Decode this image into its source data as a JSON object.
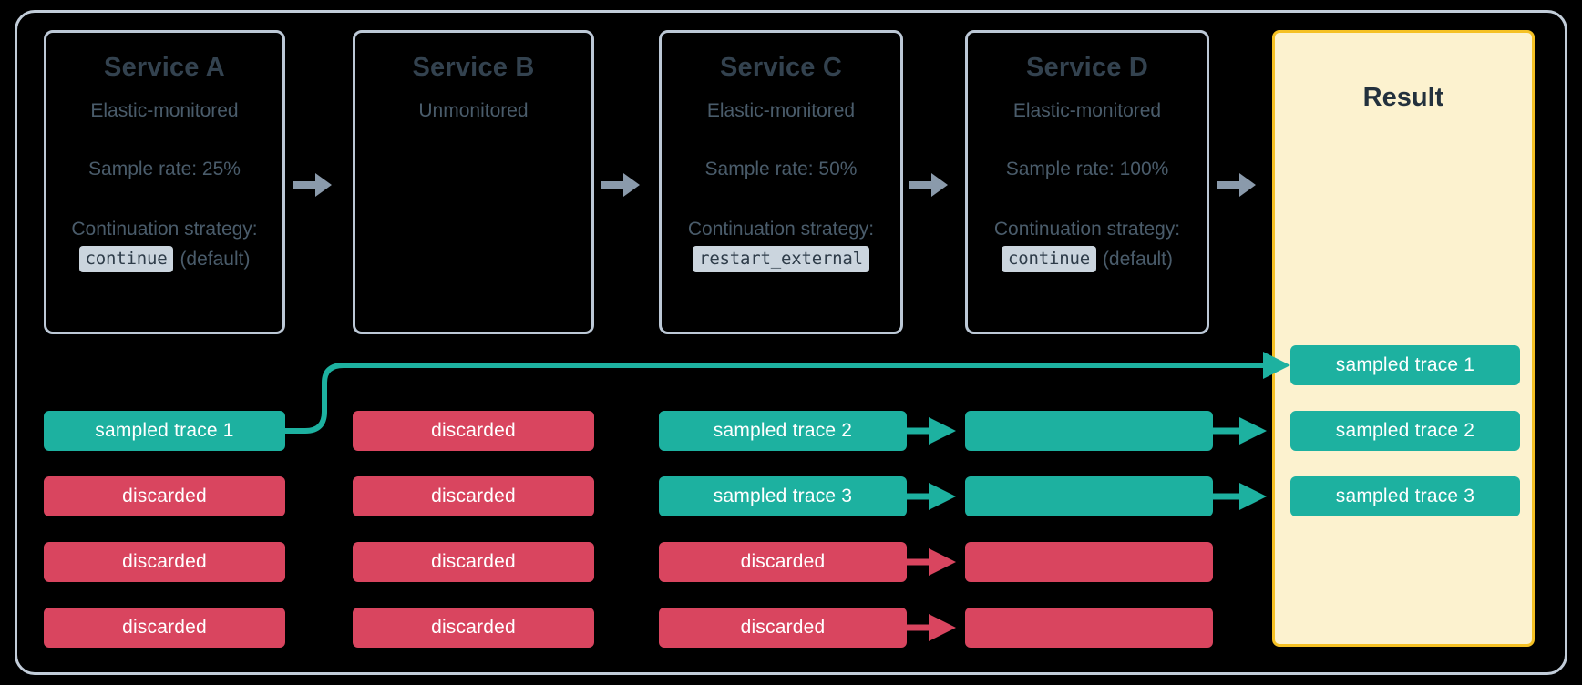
{
  "diagram": {
    "title": "Distributed tracing sampling continuation across services",
    "palette": {
      "background": "#000000",
      "frame_border": "#C2CDD9",
      "service_border": "#BCC8D6",
      "service_text": "#4A5C6B",
      "service_title": "#33424F",
      "code_chip_bg": "#CBD5DE",
      "result_bg": "#FCF2CF",
      "result_border": "#F5C124",
      "sampled": "#1DB1A0",
      "discarded": "#D9455F",
      "gray_arrow": "#8A9AAB"
    }
  },
  "services": [
    {
      "name": "Service A",
      "monitoring": "Elastic-monitored",
      "sample_rate": "Sample rate: 25%",
      "continuation_label": "Continuation strategy:",
      "strategy": "continue",
      "strategy_note": "(default)",
      "has_details": true
    },
    {
      "name": "Service B",
      "monitoring": "Unmonitored",
      "sample_rate": "",
      "continuation_label": "",
      "strategy": "",
      "strategy_note": "",
      "has_details": false
    },
    {
      "name": "Service C",
      "monitoring": "Elastic-monitored",
      "sample_rate": "Sample rate: 50%",
      "continuation_label": "Continuation strategy:",
      "strategy": "restart_external",
      "strategy_note": "",
      "has_details": true
    },
    {
      "name": "Service D",
      "monitoring": "Elastic-monitored",
      "sample_rate": "Sample rate: 100%",
      "continuation_label": "Continuation strategy:",
      "strategy": "continue",
      "strategy_note": "(default)",
      "has_details": true
    }
  ],
  "result_panel": {
    "title": "Result",
    "items": [
      {
        "label": "sampled trace 1",
        "state": "sampled"
      },
      {
        "label": "sampled trace 2",
        "state": "sampled"
      },
      {
        "label": "sampled trace 3",
        "state": "sampled"
      }
    ]
  },
  "columns": [
    {
      "service": "Service A",
      "traces": [
        {
          "label": "sampled trace 1",
          "state": "sampled"
        },
        {
          "label": "discarded",
          "state": "discarded"
        },
        {
          "label": "discarded",
          "state": "discarded"
        },
        {
          "label": "discarded",
          "state": "discarded"
        }
      ]
    },
    {
      "service": "Service B",
      "traces": [
        {
          "label": "discarded",
          "state": "discarded"
        },
        {
          "label": "discarded",
          "state": "discarded"
        },
        {
          "label": "discarded",
          "state": "discarded"
        },
        {
          "label": "discarded",
          "state": "discarded"
        }
      ]
    },
    {
      "service": "Service C",
      "traces": [
        {
          "label": "",
          "state": "empty"
        },
        {
          "label": "sampled trace 2",
          "state": "sampled"
        },
        {
          "label": "sampled trace 3",
          "state": "sampled"
        },
        {
          "label": "discarded",
          "state": "discarded"
        },
        {
          "label": "discarded",
          "state": "discarded"
        }
      ]
    },
    {
      "service": "Service D",
      "traces": [
        {
          "label": "",
          "state": "empty"
        },
        {
          "label": "",
          "state": "sampled"
        },
        {
          "label": "",
          "state": "sampled"
        },
        {
          "label": "",
          "state": "discarded"
        },
        {
          "label": "",
          "state": "discarded"
        }
      ]
    }
  ],
  "arrows": {
    "service_flow_icon": "right-arrow-icon",
    "sampled_flow_icon": "right-arrow-teal-icon",
    "discarded_flow_icon": "right-arrow-red-icon",
    "continuation_curve_icon": "elbow-connector-icon"
  }
}
